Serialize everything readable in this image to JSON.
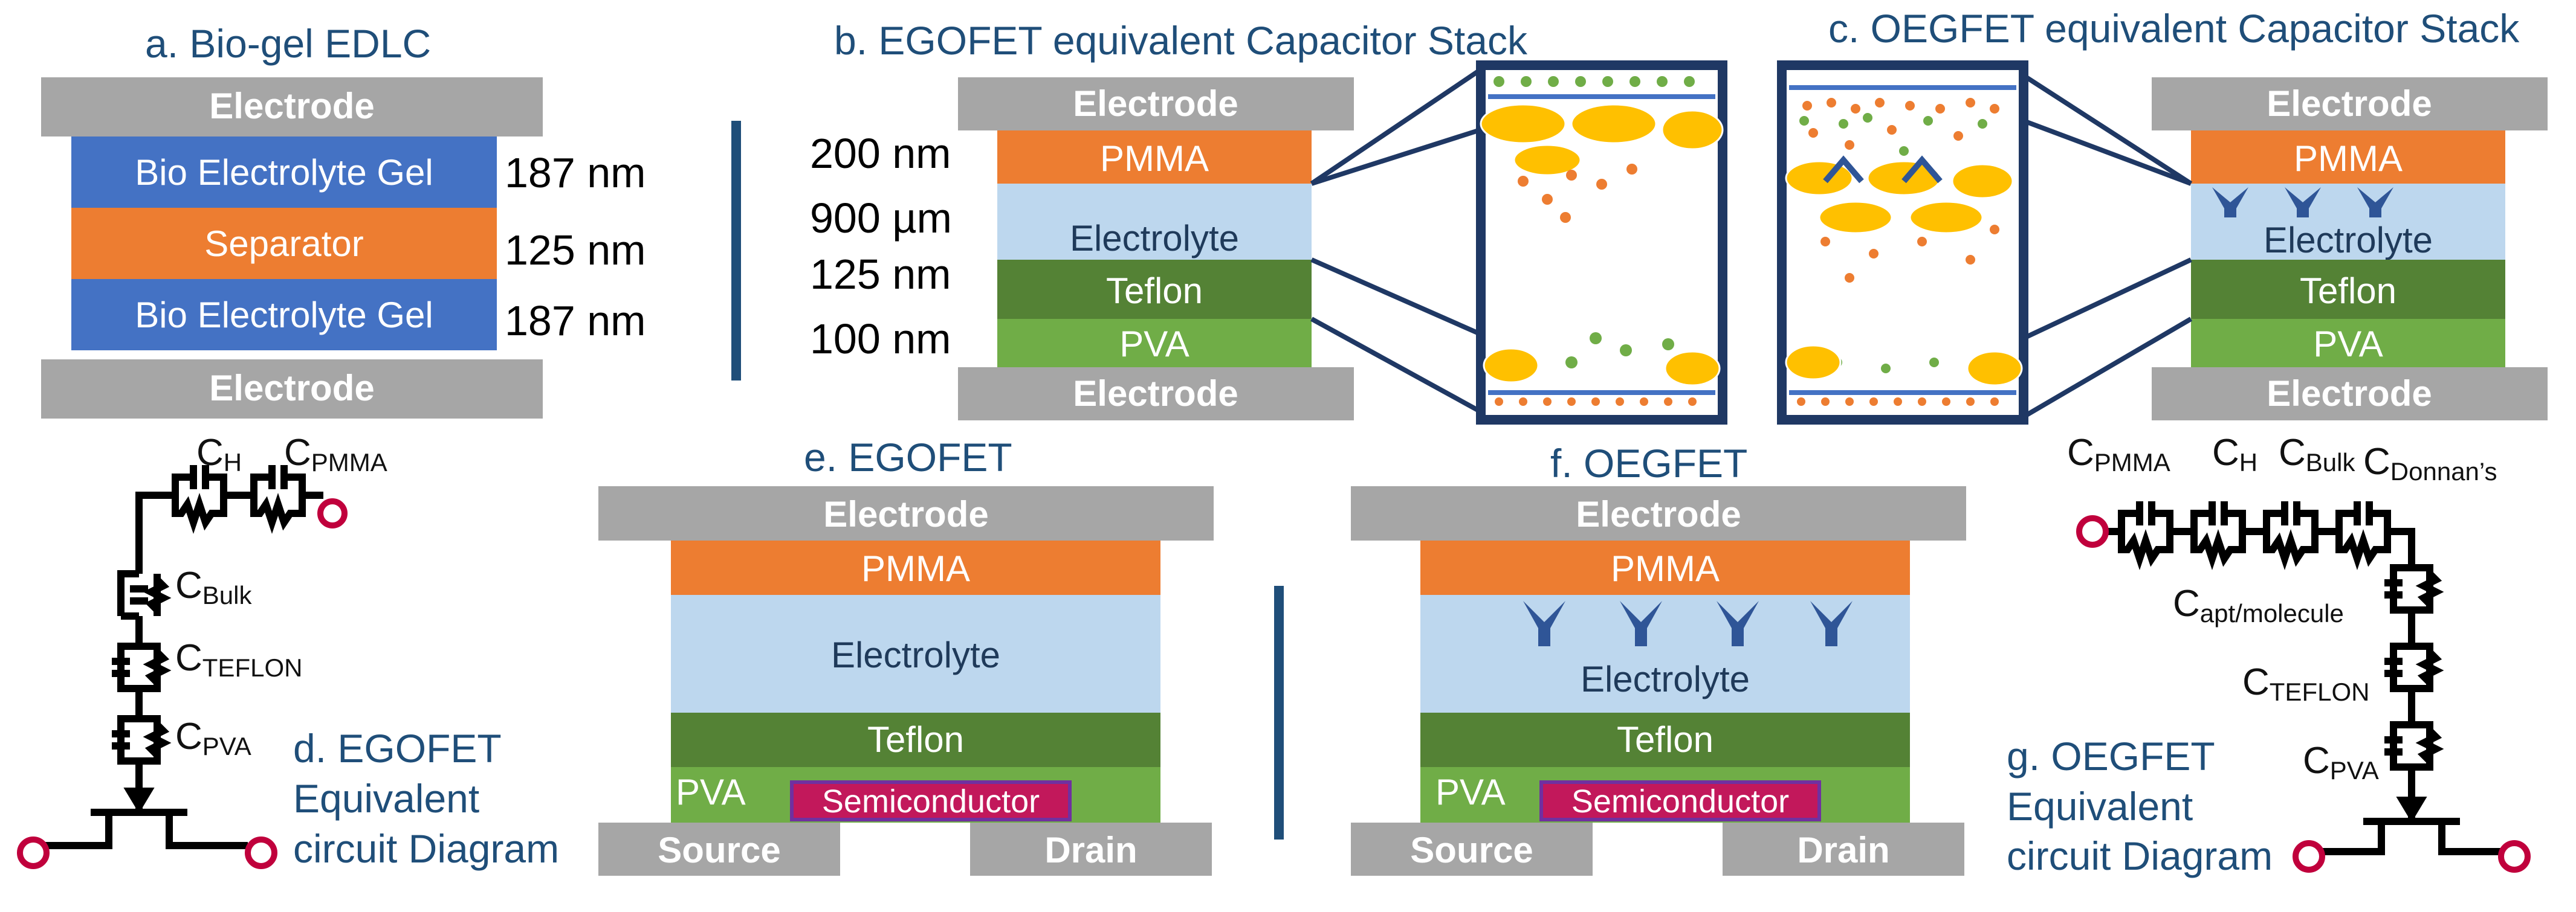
{
  "titles": {
    "a": "a. Bio-gel EDLC",
    "b": "b. EGOFET equivalent Capacitor Stack",
    "c": "c. OEGFET equivalent Capacitor Stack",
    "e": "e. EGOFET",
    "f": "f. OEGFET"
  },
  "layers": {
    "electrode": "Electrode",
    "bio_gel": "Bio Electrolyte Gel",
    "separator": "Separator",
    "pmma": "PMMA",
    "electrolyte": "Electrolyte",
    "teflon": "Teflon",
    "pva": "PVA",
    "semiconductor": "Semiconductor",
    "source": "Source",
    "drain": "Drain"
  },
  "thickness_a": [
    "187 nm",
    "125 nm",
    "187 nm"
  ],
  "thickness_b": [
    "200 nm",
    "900 µm",
    "125 nm",
    "100 nm"
  ],
  "circuit_d": {
    "c_h": "C",
    "c_h_sub": "H",
    "c_pmma": "C",
    "c_pmma_sub": "PMMA",
    "c_bulk": "C",
    "c_bulk_sub": "Bulk",
    "c_teflon": "C",
    "c_teflon_sub": "TEFLON",
    "c_pva": "C",
    "c_pva_sub": "PVA",
    "caption": [
      "d. EGOFET",
      "Equivalent",
      "circuit Diagram"
    ]
  },
  "circuit_g": {
    "c_pmma": "C",
    "c_pmma_sub": "PMMA",
    "c_h": "C",
    "c_h_sub": "H",
    "c_bulk": "C",
    "c_bulk_sub": "Bulk",
    "c_donnan": "C",
    "c_donnan_sub": "Donnan’s",
    "c_apt": "C",
    "c_apt_sub": "apt/molecule",
    "c_teflon": "C",
    "c_teflon_sub": "TEFLON",
    "c_pva": "C",
    "c_pva_sub": "PVA",
    "caption": [
      "g. OEGFET",
      "Equivalent",
      "circuit Diagram"
    ]
  },
  "colors": {
    "electrode": "#a6a6a6",
    "bio_gel": "#4472c4",
    "separator": "#ed7d31",
    "pmma": "#ed7d31",
    "electrolyte": "#bdd7ee",
    "teflon": "#548235",
    "pva": "#70ad47",
    "semiconductor": "#c2185b",
    "frame": "#1f3864",
    "accent": "#1f4e79",
    "terminal": "#c0003c"
  }
}
